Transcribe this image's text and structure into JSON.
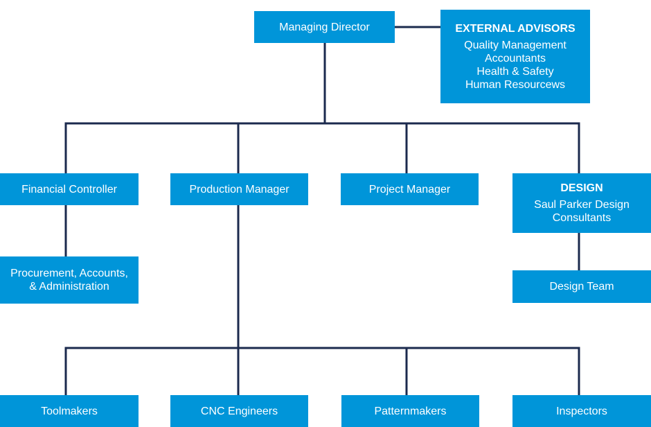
{
  "colors": {
    "box": "#0095d9",
    "line": "#1b2a4e",
    "text": "#ffffff"
  },
  "managing_director": {
    "label": "Managing Director"
  },
  "external_advisors": {
    "heading": "EXTERNAL ADVISORS",
    "items": [
      "Quality Management",
      "Accountants",
      "Health & Safety",
      "Human Resourcews"
    ]
  },
  "financial_controller": {
    "label": "Financial Controller"
  },
  "production_manager": {
    "label": "Production Manager"
  },
  "project_manager": {
    "label": "Project Manager"
  },
  "design": {
    "heading": "DESIGN",
    "lines": [
      "Saul Parker Design",
      "Consultants"
    ]
  },
  "procurement": {
    "lines": [
      "Procurement, Accounts,",
      "& Administration"
    ]
  },
  "design_team": {
    "label": "Design Team"
  },
  "toolmakers": {
    "label": "Toolmakers"
  },
  "cnc_engineers": {
    "label": "CNC Engineers"
  },
  "patternmakers": {
    "label": "Patternmakers"
  },
  "inspectors": {
    "label": "Inspectors"
  }
}
